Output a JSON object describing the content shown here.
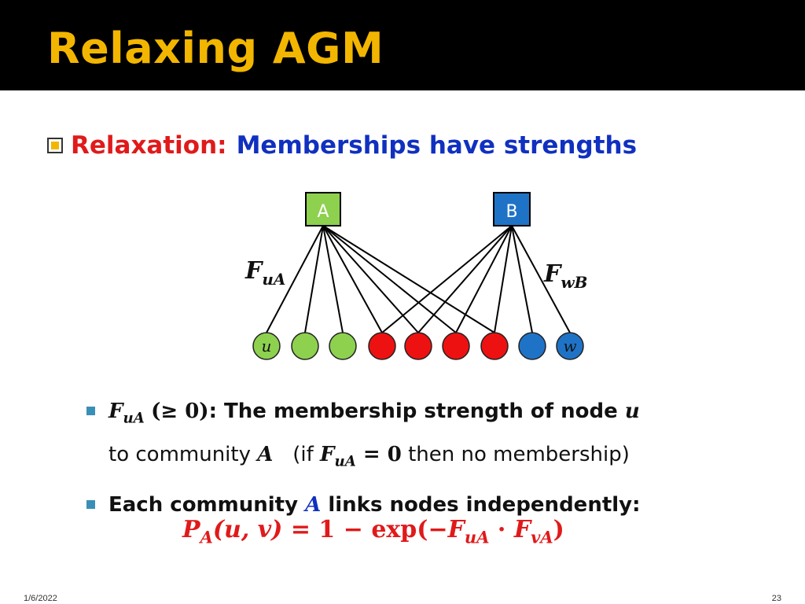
{
  "slide": {
    "title": "Relaxing AGM",
    "headline_red": "Relaxation:",
    "headline_blue": "Memberships have strengths"
  },
  "diagram": {
    "communities": [
      {
        "label": "A",
        "color": "#8dd14f"
      },
      {
        "label": "B",
        "color": "#1f73c7"
      }
    ],
    "label_left_base": "F",
    "label_left_sub": "uA",
    "label_right_base": "F",
    "label_right_sub": "wB",
    "nodes": [
      {
        "label": "u",
        "color": "#8dd14f"
      },
      {
        "label": "",
        "color": "#8dd14f"
      },
      {
        "label": "",
        "color": "#8dd14f"
      },
      {
        "label": "",
        "color": "#ee1111"
      },
      {
        "label": "",
        "color": "#ee1111"
      },
      {
        "label": "",
        "color": "#ee1111"
      },
      {
        "label": "",
        "color": "#ee1111"
      },
      {
        "label": "",
        "color": "#1f73c7"
      },
      {
        "label": "w",
        "color": "#1f73c7"
      }
    ]
  },
  "bullets": {
    "b1_sym": "F",
    "b1_sub": "uA",
    "b1_cond": "(≥ 0)",
    "b1_text": ": The membership strength of node ",
    "b1_node": "u",
    "b1_line2_a": "to community ",
    "b1_comm": "A",
    "b1_line2_b": "   (if ",
    "b1_sym2": "F",
    "b1_sub2": "uA",
    "b1_eq": " = 0",
    "b1_line2_c": " then no membership)",
    "b2_a": "Each community ",
    "b2_comm": "A",
    "b2_b": " links nodes independently",
    "b2_c": ":"
  },
  "formula": {
    "p": "P",
    "p_sub": "A",
    "args": "(u, v)",
    "eq": " = 1 − exp(−",
    "f1": "F",
    "f1_sub": "uA",
    "dot": " · ",
    "f2": "F",
    "f2_sub": "vA",
    "close": ")"
  },
  "footer": {
    "date": "1/6/2022",
    "page": "23"
  },
  "colors": {
    "title": "#f2b600",
    "red": "#e01a1a",
    "blue": "#1030c0",
    "bullet": "#3a8fb7"
  }
}
